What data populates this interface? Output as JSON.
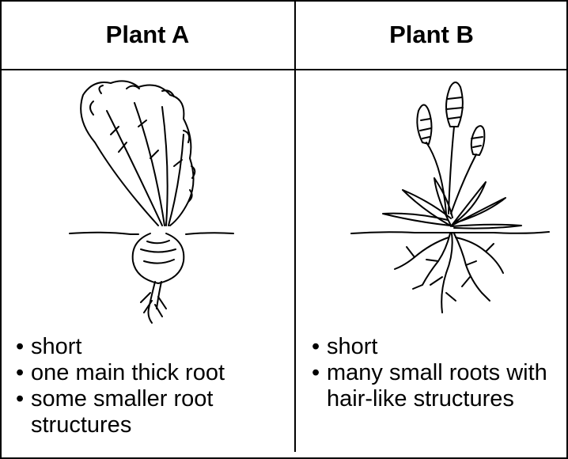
{
  "table": {
    "columns": [
      {
        "header": "Plant A",
        "image": "beet-plant-with-taproot",
        "bullets": [
          "short",
          "one main thick root",
          "some smaller root structures"
        ]
      },
      {
        "header": "Plant B",
        "image": "plant-with-fibrous-roots",
        "bullets": [
          "short",
          "many small roots with hair-like structures"
        ]
      }
    ]
  }
}
